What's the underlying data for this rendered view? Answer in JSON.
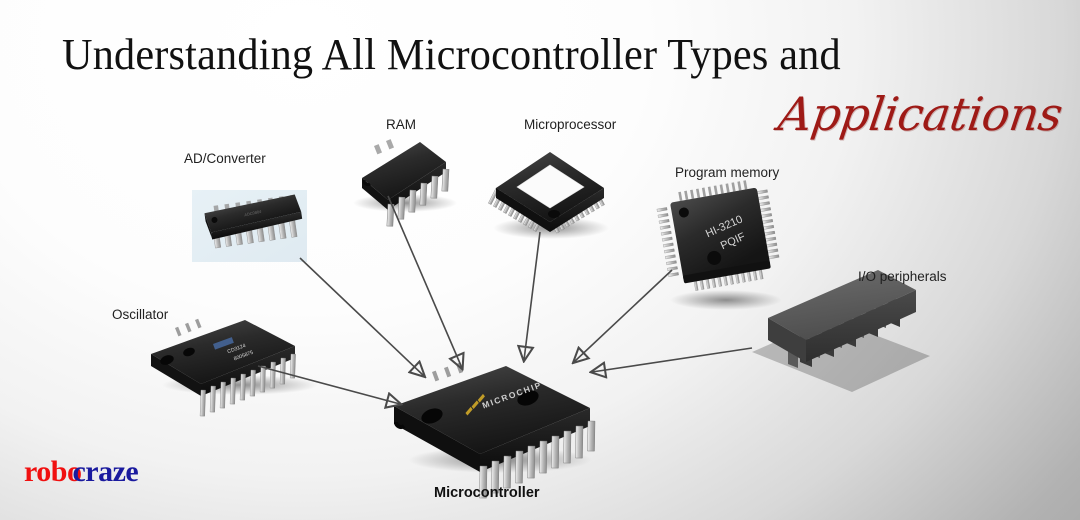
{
  "page": {
    "title_line1": "Understanding All Microcontroller Types and",
    "title_accent": "Applications",
    "background_start": "#ffffff",
    "background_end": "#9a9a9a",
    "accent_color": "#9e1a16"
  },
  "labels": {
    "ad_converter": "AD/Converter",
    "ram": "RAM",
    "microprocessor": "Microprocessor",
    "program_memory": "Program memory",
    "io_peripherals": "I/O peripherals",
    "oscillator": "Oscillator",
    "microcontroller": "Microcontroller"
  },
  "chips": {
    "program_memory_marking_line1": "HI-3210",
    "program_memory_marking_line2": "PQIF",
    "microcontroller_brand": "MICROCHIP"
  },
  "logo": {
    "part_red": "robo",
    "part_blue": "craze",
    "red": "#f01010",
    "blue": "#1a1a9e"
  }
}
